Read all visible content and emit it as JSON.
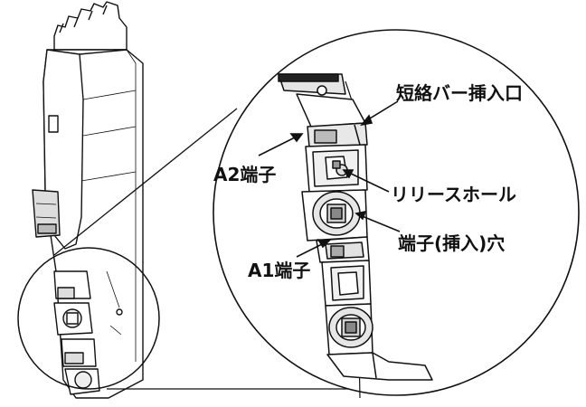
{
  "labels": {
    "shorting_bar_port": "短絡バー挿入口",
    "a2_terminal": "A2端子",
    "release_hole": "リリースホール",
    "terminal_insert_hole": "端子(挿入)穴",
    "a1_terminal": "A1端子"
  },
  "colors": {
    "line": "#111111",
    "fill": "#ffffff",
    "shade": "#d9d9d9",
    "dark": "#9a9a9a"
  }
}
